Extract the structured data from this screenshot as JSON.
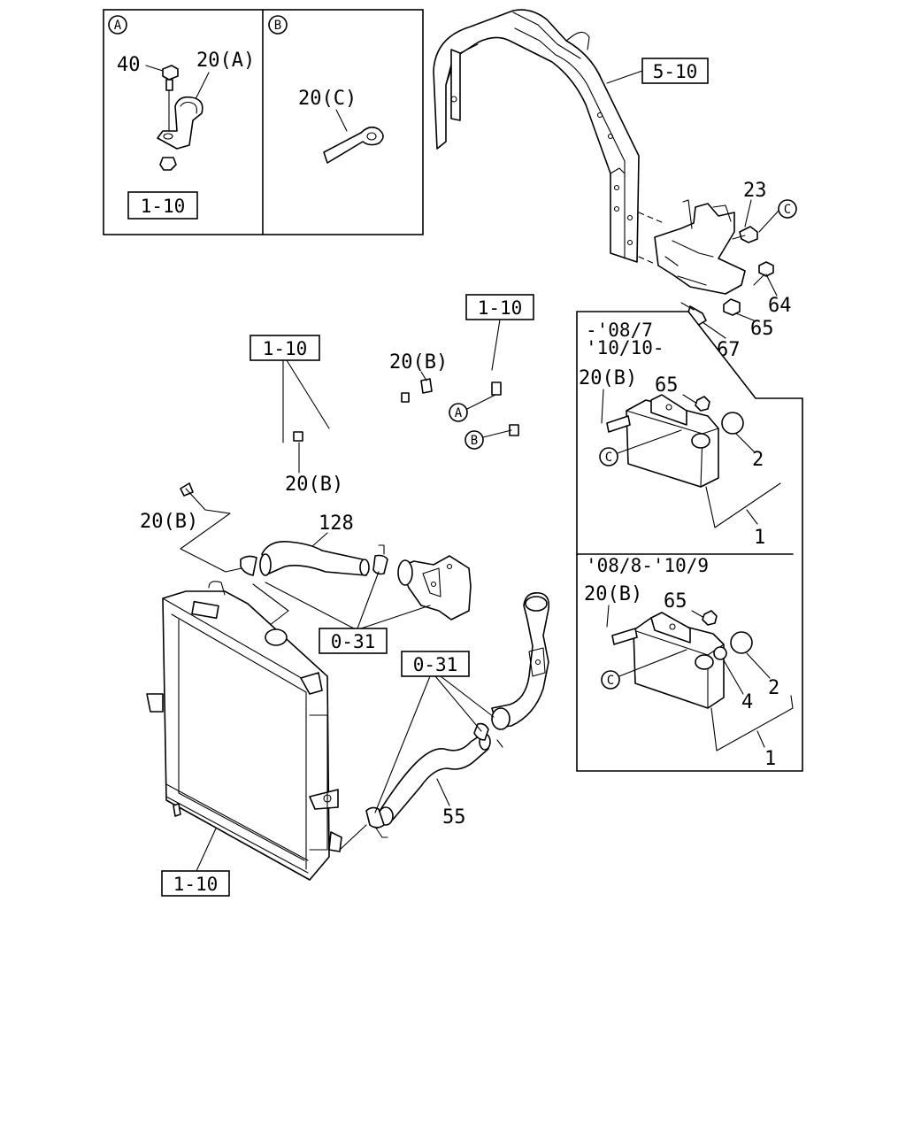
{
  "inset": {
    "A": {
      "letter": "A",
      "callouts": [
        "40",
        "20(A)"
      ],
      "ref_box": "1-10"
    },
    "B": {
      "letter": "B",
      "callouts": [
        "20(C)"
      ]
    }
  },
  "frame": {
    "ref_box": "5-10",
    "callouts": [
      "23",
      "64",
      "65",
      "67"
    ],
    "circle": "C"
  },
  "hoses": {
    "ref_boxes": [
      "1-10",
      "1-10",
      "0-31",
      "0-31",
      "1-10"
    ],
    "callouts": {
      "clip_upper": "20(B)",
      "clip_mid": "20(B)",
      "clip_left": "20(B)",
      "upper_hose": "128",
      "lower_hose": "55"
    },
    "circles": [
      "A",
      "B"
    ]
  },
  "tank_panel": {
    "top": {
      "date_line1": "-'08/7",
      "date_line2": "'10/10-",
      "clip": "20(B)",
      "nut": "65",
      "cap": "2",
      "tank": "1",
      "circle": "C"
    },
    "bottom": {
      "date_line": "'08/8-'10/9",
      "clip": "20(B)",
      "nut": "65",
      "cap": "2",
      "ring": "4",
      "tank": "1",
      "circle": "C"
    }
  }
}
